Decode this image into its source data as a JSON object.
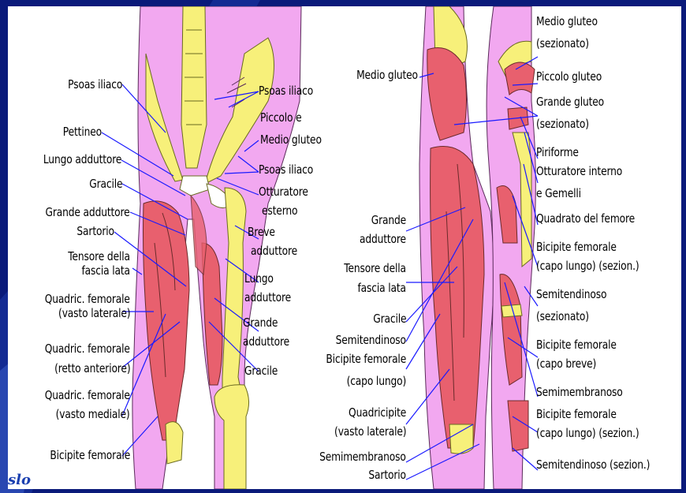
{
  "colors": {
    "background": "#0a1a7a",
    "panel": "#ffffff",
    "skin_pink": "#f2a8f0",
    "muscle_red": "#e8606e",
    "bone_yellow": "#f7f07a",
    "leader_line": "#1a1aff"
  },
  "signature": "slo",
  "left_labels": {
    "psoas_iliaco": "Psoas iliaco",
    "pettineo": "Pettineo",
    "lungo_adduttore": "Lungo adduttore",
    "gracile": "Gracile",
    "grande_adduttore": "Grande adduttore",
    "sartorio": "Sartorio",
    "tensore_1": "Tensore della",
    "tensore_2": "fascia lata",
    "quadric_vl_1": "Quadric. femorale",
    "quadric_vl_2": "(vasto laterale)",
    "quadric_ra_1": "Quadric. femorale",
    "quadric_ra_2": "(retto anteriore)",
    "quadric_vm_1": "Quadric. femorale",
    "quadric_vm_2": "(vasto mediale)",
    "bicipite": "Bicipite femorale"
  },
  "middle_labels": {
    "psoas_iliaco": "Psoas iliaco",
    "piccolo_1": "Piccolo e",
    "piccolo_2": "Medio gluteo",
    "psoas_iliaco_2": "Psoas iliaco",
    "otturatore_1": "Otturatore",
    "otturatore_2": "esterno",
    "breve_1": "Breve",
    "breve_2": "adduttore",
    "lungo_1": "Lungo",
    "lungo_2": "adduttore",
    "grande_1": "Grande",
    "grande_2": "adduttore",
    "gracile": "Gracile"
  },
  "back_left_labels": {
    "medio_gluteo": "Medio gluteo",
    "grande_add_1": "Grande",
    "grande_add_2": "adduttore",
    "tensore_1": "Tensore della",
    "tensore_2": "fascia lata",
    "gracile": "Gracile",
    "semitendinoso": "Semitendinoso",
    "bicipite_1": "Bicipite femorale",
    "bicipite_2": "(capo lungo)",
    "quadricipite_1": "Quadricipite",
    "quadricipite_2": "(vasto laterale)",
    "semimembranoso": "Semimembranoso",
    "sartorio": "Sartorio"
  },
  "right_labels": {
    "medio_1": "Medio gluteo",
    "medio_2": "(sezionato)",
    "piccolo": "Piccolo gluteo",
    "grande_1": "Grande gluteo",
    "grande_2": "(sezionato)",
    "piriforme": "Piriforme",
    "otturatore_1": "Otturatore interno",
    "otturatore_2": "e Gemelli",
    "quadrato": "Quadrato del femore",
    "bicipite_lungo_1": "Bicipite femorale",
    "bicipite_lungo_2": "(capo lungo) (sezion.)",
    "semitend_1": "Semitendinoso",
    "semitend_2": "(sezionato)",
    "bicipite_breve_1": "Bicipite femorale",
    "bicipite_breve_2": "(capo breve)",
    "semimembranoso": "Semimembranoso",
    "bicipite_lungo2_1": "Bicipite femorale",
    "bicipite_lungo2_2": "(capo lungo) (sezion.)",
    "semitend_sez": "Semitendinoso (sezion.)"
  }
}
